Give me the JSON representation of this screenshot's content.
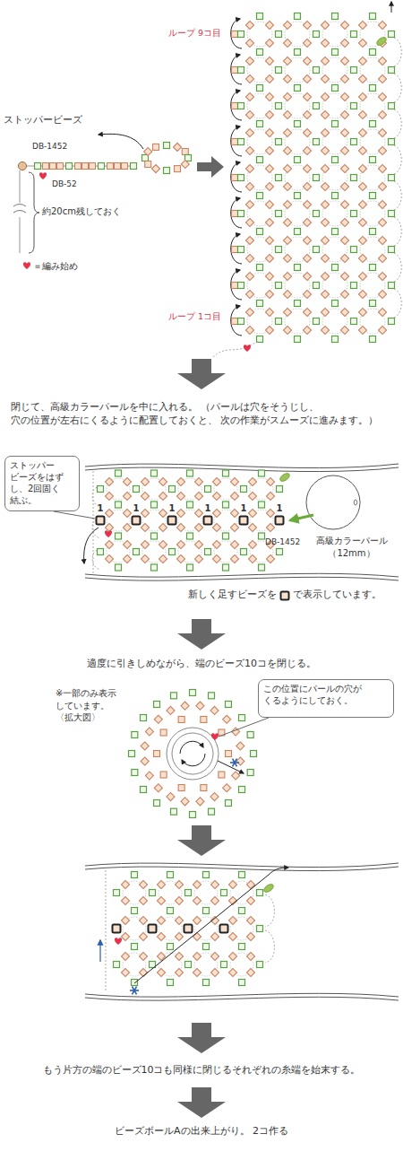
{
  "diagram": {
    "nodes": [
      {
        "text": [
          "ストッパー ビーズをはず し、2回固く 結ぶ。"
        ]
      },
      {
        "text": [
          "この位置にパールの穴が くるようにしておく。"
        ]
      }
    ],
    "labels": [
      "ストッパービーズ",
      "DB-1452",
      "DB-52",
      "約20cm残しておく",
      "ループ 9コ目",
      "ループ 1コ目",
      "閉じて、高級カラーパールを中に入れる。 （パールは穴をそうじし、穴の位置が左右にくるように配置しておくと、 次の作業がスムーズに進みます。）",
      "1",
      "1",
      "1",
      "1",
      "1",
      "1",
      "DB-1452",
      "高級カラーパール （12mm）",
      "新しく足すビーズを",
      "で表示しています。",
      "適度に引きしめながら、端のビーズ10コを閉じる。",
      "※一部のみ表示 しています。 〈拡大図〉",
      "もう片方の端のビーズ10コも同様に閉じるそれぞれの糸端を始末する。",
      "ビーズボールAの出来上がり。 2コ作る"
    ],
    "legend": [
      {
        "text": "＝編み始め"
      }
    ]
  }
}
